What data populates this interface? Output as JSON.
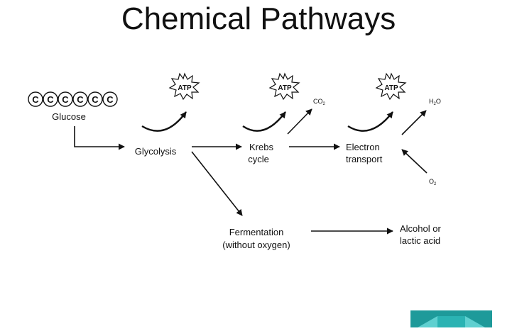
{
  "title": "Chemical Pathways",
  "glucose": {
    "carbon": "C",
    "label": "Glucose"
  },
  "atp": "ATP",
  "nodes": {
    "glycolysis": "Glycolysis",
    "krebs_line1": "Krebs",
    "krebs_line2": "cycle",
    "electron_line1": "Electron",
    "electron_line2": "transport",
    "fermentation_line1": "Fermentation",
    "fermentation_line2": "(without oxygen)",
    "product_line1": "Alcohol or",
    "product_line2": "lactic acid"
  },
  "molecules": {
    "co2_main": "CO",
    "co2_sub": "2",
    "h2o_pre": "H",
    "h2o_sub": "2",
    "h2o_post": "O",
    "o2_main": "O",
    "o2_sub": "2"
  },
  "colors": {
    "nav_button": "#1e9a9a",
    "arrow": "#111111"
  }
}
